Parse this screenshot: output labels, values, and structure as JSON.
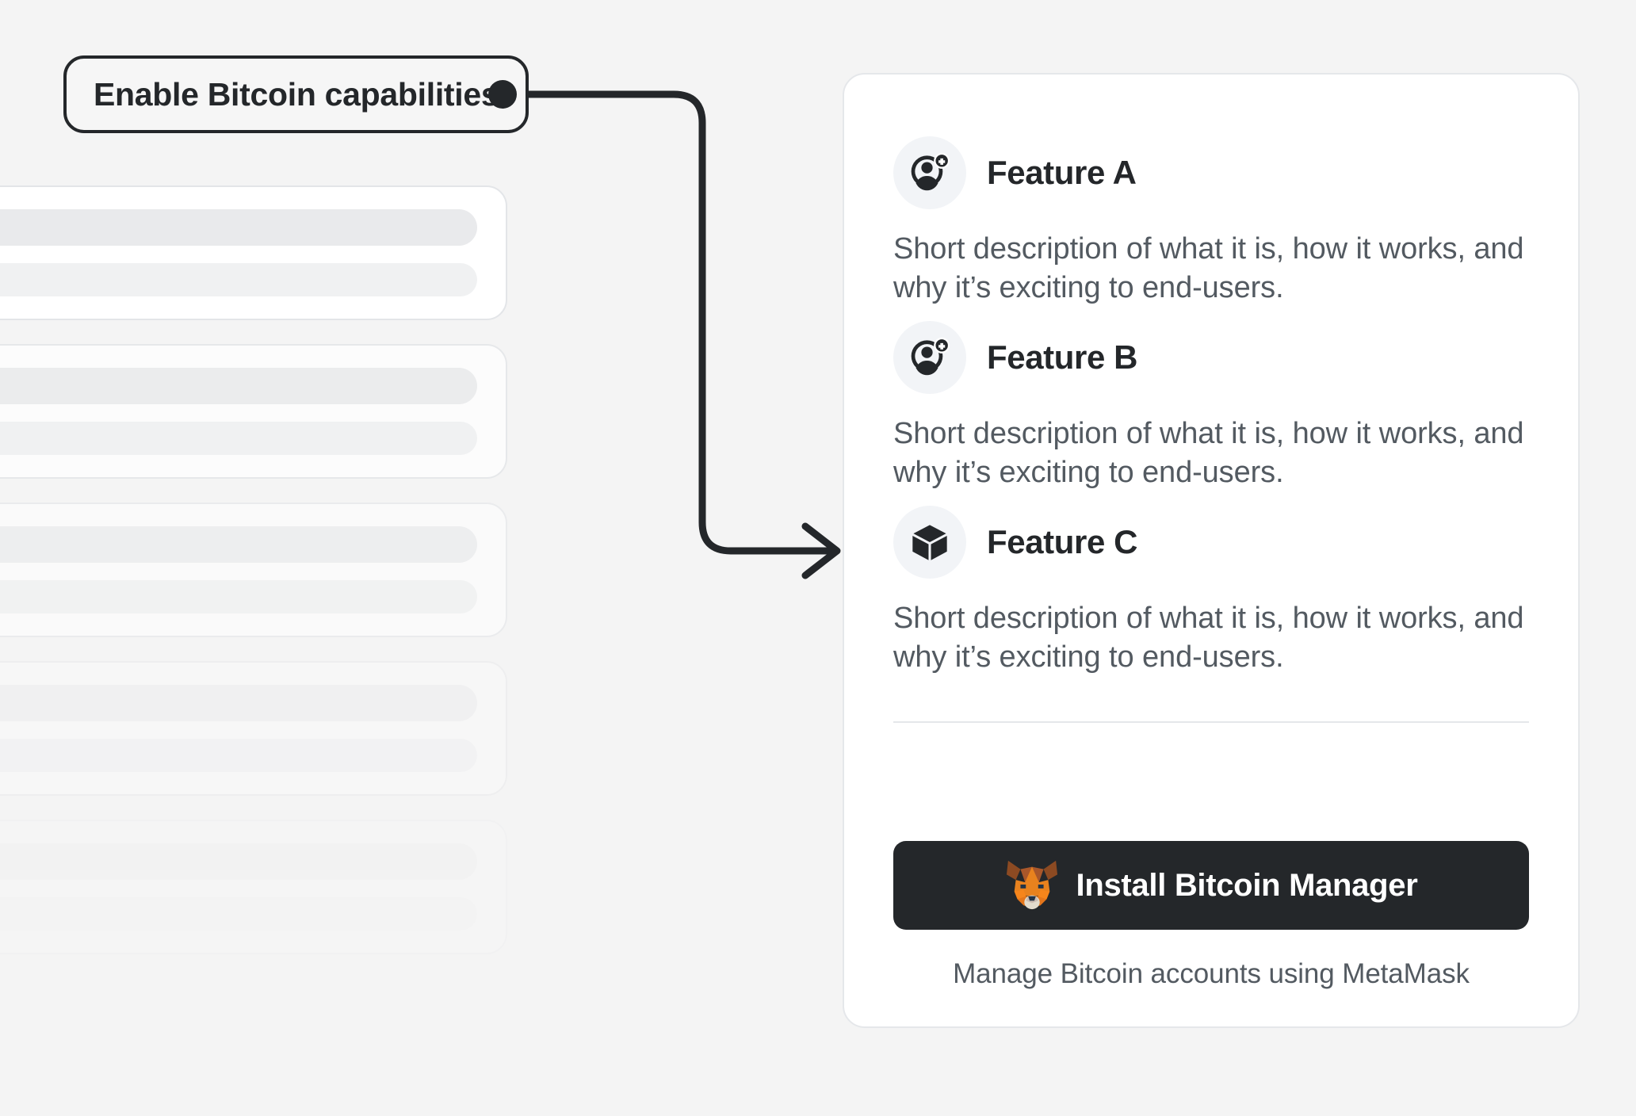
{
  "annotation": {
    "label": "Enable Bitcoin capabilities",
    "connector_icon": "arrow-connector-icon",
    "endpoint_icon": "connector-dot-icon"
  },
  "background_color": "#F4F4F4",
  "skeleton": {
    "card_count": 5,
    "placeholder_icon": "loading-placeholder-icon"
  },
  "card": {
    "features": [
      {
        "icon": "user-add-icon",
        "title": "Feature A",
        "description": "Short description of what it is, how it works, and why it’s exciting to end-users."
      },
      {
        "icon": "user-add-icon",
        "title": "Feature B",
        "description": "Short description of what it is, how it works, and why it’s exciting to end-users."
      },
      {
        "icon": "cube-icon",
        "title": "Feature C",
        "description": "Short description of what it is, how it works, and why it’s exciting to end-users."
      }
    ],
    "footer": {
      "button_icon": "metamask-fox-icon",
      "button_label": "Install Bitcoin Manager",
      "note": "Manage Bitcoin accounts using MetaMask",
      "button_color": "#24272A",
      "button_text_color": "#FFFFFF"
    }
  },
  "colors": {
    "accent_dark": "#24272A",
    "text_muted": "#535A61",
    "card_border": "#E5E7EA",
    "icon_circle": "#F2F4F7",
    "metamask_orange": "#E88A35",
    "metamask_dark_orange": "#8C4A22"
  }
}
